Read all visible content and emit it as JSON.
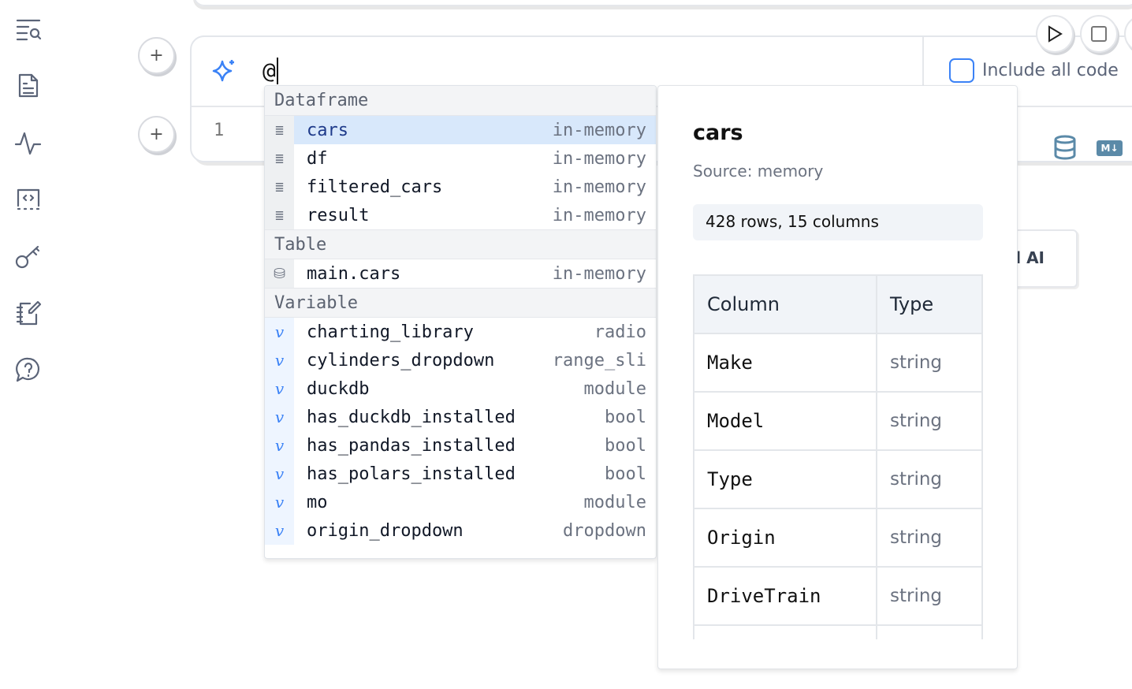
{
  "sidebar": {
    "items": [
      {
        "icon": "search-list-icon"
      },
      {
        "icon": "document-icon"
      },
      {
        "icon": "activity-icon"
      },
      {
        "icon": "code-snippet-icon"
      },
      {
        "icon": "key-icon"
      },
      {
        "icon": "notebook-pen-icon"
      },
      {
        "icon": "help-bubble-icon"
      }
    ]
  },
  "cell": {
    "input_value": "@",
    "line_number": "1",
    "include_all_code_label": "Include all code",
    "ai_button_partial": "l AI"
  },
  "dropdown": {
    "sections": [
      {
        "title": "Dataframe",
        "items": [
          {
            "name": "cars",
            "type": "in-memory"
          },
          {
            "name": "df",
            "type": "in-memory"
          },
          {
            "name": "filtered_cars",
            "type": "in-memory"
          },
          {
            "name": "result",
            "type": "in-memory"
          }
        ]
      },
      {
        "title": "Table",
        "items": [
          {
            "name": "main.cars",
            "type": "in-memory"
          }
        ]
      },
      {
        "title": "Variable",
        "items": [
          {
            "name": "charting_library",
            "type": "radio"
          },
          {
            "name": "cylinders_dropdown",
            "type": "range_sli"
          },
          {
            "name": "duckdb",
            "type": "module"
          },
          {
            "name": "has_duckdb_installed",
            "type": "bool"
          },
          {
            "name": "has_pandas_installed",
            "type": "bool"
          },
          {
            "name": "has_polars_installed",
            "type": "bool"
          },
          {
            "name": "mo",
            "type": "module"
          },
          {
            "name": "origin_dropdown",
            "type": "dropdown"
          }
        ]
      }
    ],
    "variable_icon": "v"
  },
  "detail": {
    "title": "cars",
    "source": "Source: memory",
    "summary": "428 rows, 15 columns",
    "headers": [
      "Column",
      "Type"
    ],
    "rows": [
      [
        "Make",
        "string"
      ],
      [
        "Model",
        "string"
      ],
      [
        "Type",
        "string"
      ],
      [
        "Origin",
        "string"
      ],
      [
        "DriveTrain",
        "string"
      ]
    ]
  },
  "colors": {
    "accent": "#3b82f6",
    "selected": "#d8e8fb"
  }
}
